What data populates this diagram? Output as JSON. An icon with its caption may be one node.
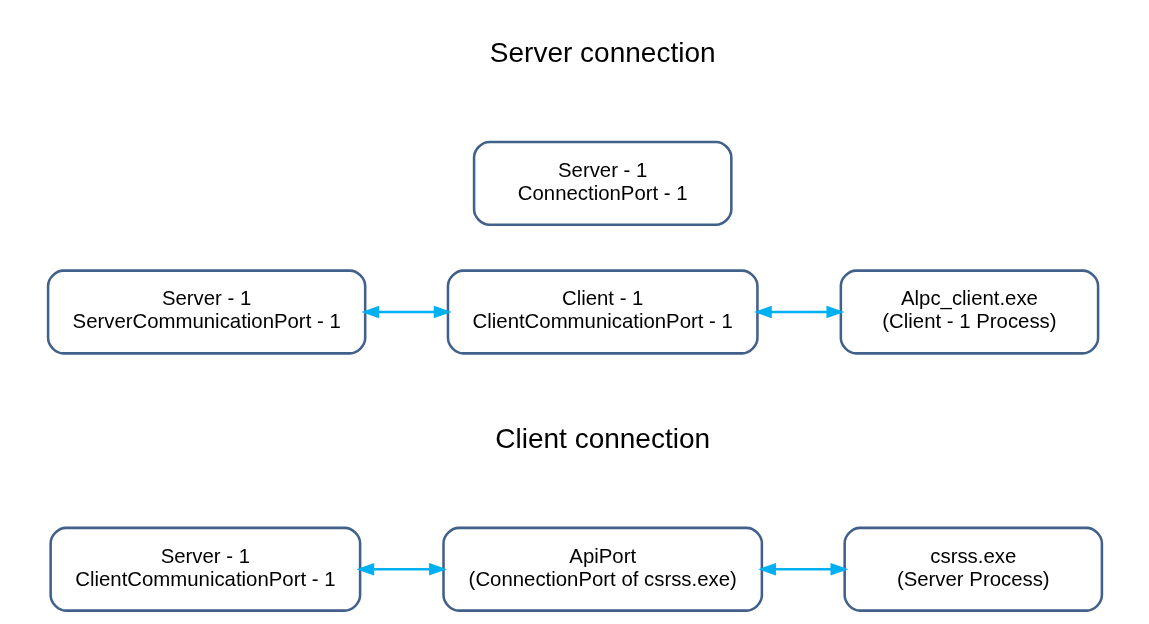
{
  "diagram": {
    "nodes": [
      {
        "text": [
          "Server - 1",
          "ConnectionPort - 1"
        ]
      },
      {
        "text": [
          "Server - 1",
          "ServerCommunicationPort - 1"
        ]
      },
      {
        "text": [
          "Client - 1",
          "ClientCommunicationPort - 1"
        ]
      },
      {
        "text": [
          "Alpc_client.exe",
          "(Client - 1 Process)"
        ]
      },
      {
        "text": [
          "Server - 1",
          "ClientCommunicationPort - 1"
        ]
      },
      {
        "text": [
          "ApiPort",
          "(ConnectionPort of csrss.exe)"
        ]
      },
      {
        "text": [
          "csrss.exe",
          "(Server Process)"
        ]
      }
    ],
    "edges": [
      {
        "from": 1,
        "to": 2,
        "arrow": "both"
      },
      {
        "from": 2,
        "to": 3,
        "arrow": "both"
      },
      {
        "from": 4,
        "to": 5,
        "arrow": "both"
      },
      {
        "from": 5,
        "to": 6,
        "arrow": "both"
      }
    ],
    "labels": [
      "Server connection",
      "Client connection"
    ]
  }
}
